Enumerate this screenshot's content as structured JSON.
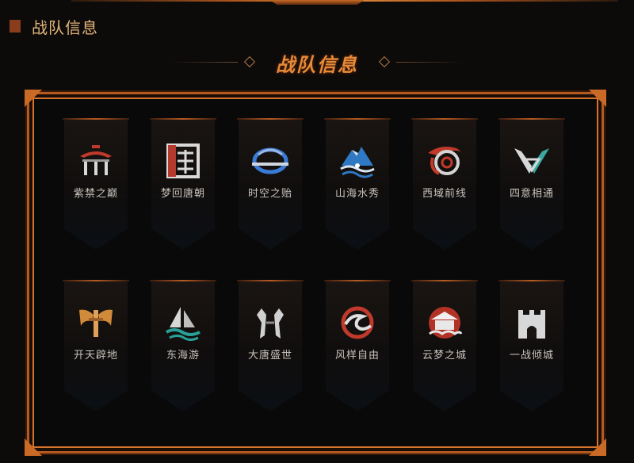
{
  "page_title": "战队信息",
  "section_title": "战队信息",
  "colors": {
    "accent": "#e58a3a",
    "frame": "#b35a20",
    "title": "#e3b47a",
    "background": "#0d0b0a"
  },
  "teams": [
    {
      "name": "紫禁之巅",
      "icon": "palace-roof-icon"
    },
    {
      "name": "梦回唐朝",
      "icon": "tang-seal-icon"
    },
    {
      "name": "时空之贻",
      "icon": "time-ring-icon"
    },
    {
      "name": "山海水秀",
      "icon": "mountain-wave-icon"
    },
    {
      "name": "西域前线",
      "icon": "swirl-wing-icon"
    },
    {
      "name": "四意相通",
      "icon": "wing-arrow-icon"
    },
    {
      "name": "开天辟地",
      "icon": "winged-sword-icon"
    },
    {
      "name": "东海游",
      "icon": "sail-wave-icon"
    },
    {
      "name": "大唐盛世",
      "icon": "twin-blade-icon"
    },
    {
      "name": "风样自由",
      "icon": "wind-swirl-icon"
    },
    {
      "name": "云梦之城",
      "icon": "cloud-temple-icon"
    },
    {
      "name": "一战倾城",
      "icon": "fortress-icon"
    }
  ]
}
